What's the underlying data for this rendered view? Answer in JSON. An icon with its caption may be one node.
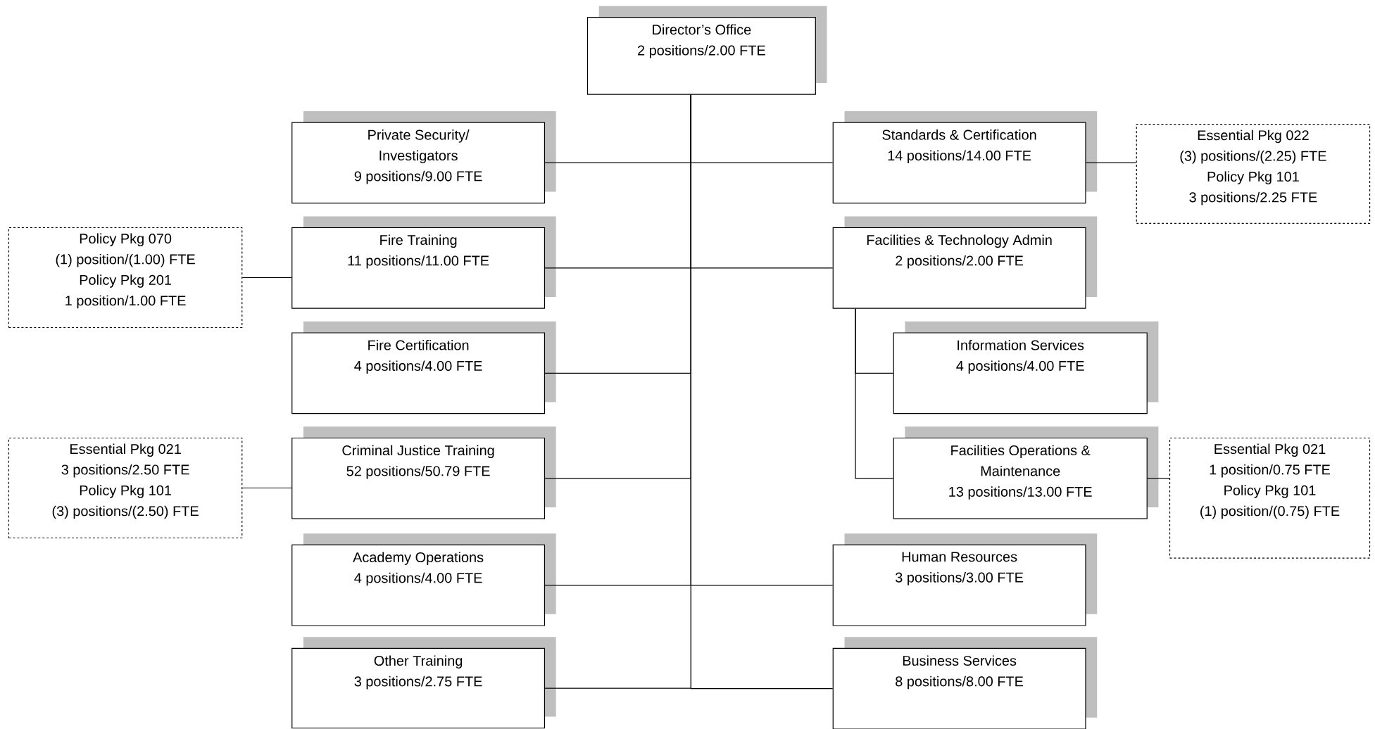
{
  "diagram": {
    "nodes": [
      {
        "text": [
          "Director’s Office",
          "2 positions/2.00 FTE"
        ]
      },
      {
        "text": [
          "Private Security/ Investigators",
          "9 positions/9.00 FTE"
        ]
      },
      {
        "text": [
          "Standards & Certification",
          "14 positions/14.00 FTE"
        ]
      },
      {
        "text": [
          "Essential Pkg 022",
          "(3) positions/(2.25) FTE",
          "Policy Pkg 101",
          "3 positions/2.25 FTE"
        ]
      },
      {
        "text": [
          "Policy Pkg 070",
          "(1) position/(1.00) FTE",
          "Policy Pkg 201",
          "1 position/1.00 FTE"
        ]
      },
      {
        "text": [
          "Fire Training",
          "11 positions/11.00 FTE"
        ]
      },
      {
        "text": [
          "Facilities & Technology Admin",
          "2 positions/2.00 FTE"
        ]
      },
      {
        "text": [
          "Fire Certification",
          "4 positions/4.00 FTE"
        ]
      },
      {
        "text": [
          "Information Services",
          "4 positions/4.00 FTE"
        ]
      },
      {
        "text": [
          "Essential Pkg 021",
          "3 positions/2.50 FTE",
          "Policy Pkg 101",
          "(3) positions/(2.50) FTE"
        ]
      },
      {
        "text": [
          "Criminal Justice Training",
          "52 positions/50.79 FTE"
        ]
      },
      {
        "text": [
          "Facilities Operations & Maintenance",
          "13 positions/13.00 FTE"
        ]
      },
      {
        "text": [
          "Essential Pkg 021",
          "1 position/0.75 FTE",
          "Policy Pkg 101",
          "(1) position/(0.75) FTE"
        ]
      },
      {
        "text": [
          "Academy Operations",
          "4 positions/4.00 FTE"
        ]
      },
      {
        "text": [
          "Human Resources",
          "3 positions/3.00 FTE"
        ]
      },
      {
        "text": [
          "Other Training",
          "3 positions/2.75 FTE"
        ]
      },
      {
        "text": [
          "Business Services",
          "8 positions/8.00 FTE"
        ]
      }
    ],
    "edges": [
      {
        "from": 0,
        "to": 1,
        "arrow": "none"
      },
      {
        "from": 0,
        "to": 2,
        "arrow": "none"
      },
      {
        "from": 0,
        "to": 5,
        "arrow": "none"
      },
      {
        "from": 0,
        "to": 6,
        "arrow": "none"
      },
      {
        "from": 0,
        "to": 7,
        "arrow": "none"
      },
      {
        "from": 0,
        "to": 10,
        "arrow": "none"
      },
      {
        "from": 0,
        "to": 13,
        "arrow": "none"
      },
      {
        "from": 0,
        "to": 14,
        "arrow": "none"
      },
      {
        "from": 0,
        "to": 15,
        "arrow": "none"
      },
      {
        "from": 0,
        "to": 16,
        "arrow": "none"
      },
      {
        "from": 2,
        "to": 3,
        "arrow": "none"
      },
      {
        "from": 4,
        "to": 5,
        "arrow": "none"
      },
      {
        "from": 6,
        "to": 8,
        "arrow": "none"
      },
      {
        "from": 6,
        "to": 11,
        "arrow": "none"
      },
      {
        "from": 9,
        "to": 10,
        "arrow": "none"
      },
      {
        "from": 11,
        "to": 12,
        "arrow": "none"
      }
    ]
  }
}
